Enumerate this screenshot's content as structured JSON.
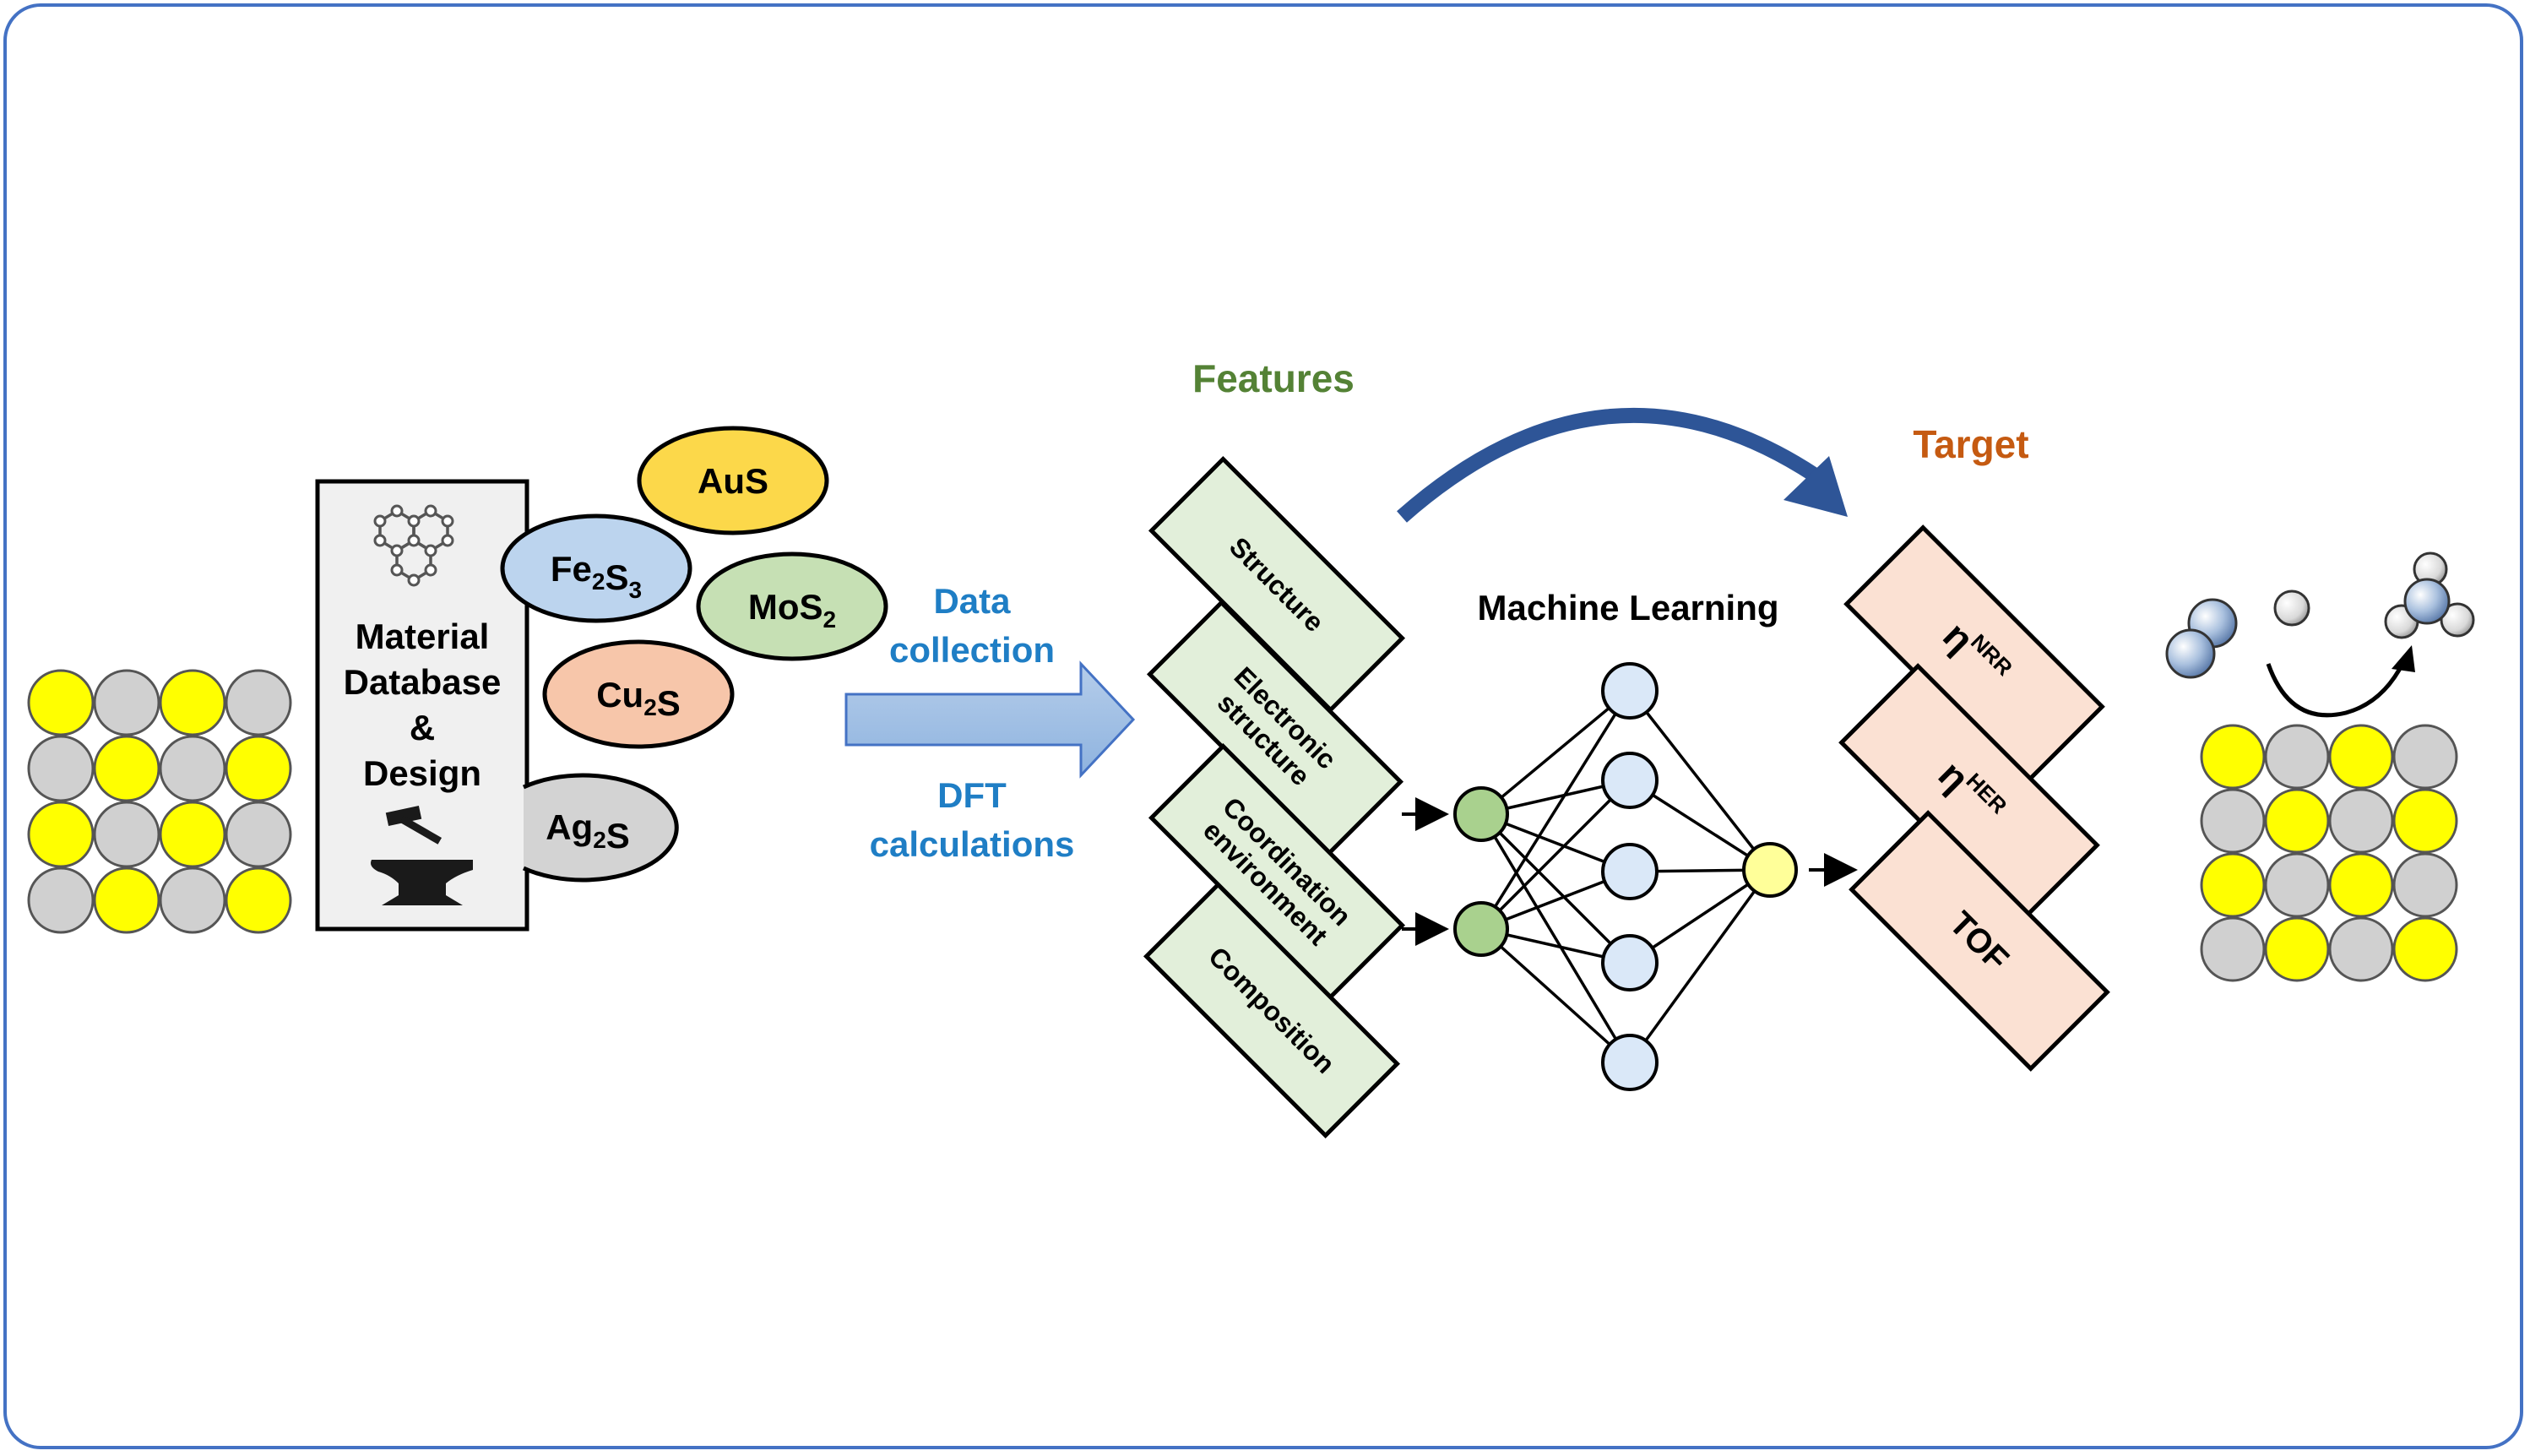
{
  "database": {
    "title_lines": [
      "Material",
      "Database",
      "&",
      "Design"
    ]
  },
  "materials": [
    {
      "base": "AuS",
      "parts": [
        [
          "AuS",
          ""
        ]
      ],
      "color": "#fcd84a"
    },
    {
      "base": "Fe2S3",
      "parts": [
        [
          "Fe",
          "2"
        ],
        [
          "S",
          "3"
        ]
      ],
      "color": "#bcd4ee"
    },
    {
      "base": "MoS2",
      "parts": [
        [
          "MoS",
          "2"
        ]
      ],
      "color": "#c6e0b4"
    },
    {
      "base": "Cu2S",
      "parts": [
        [
          "Cu",
          "2"
        ],
        [
          "S",
          ""
        ]
      ],
      "color": "#f7c6aa"
    },
    {
      "base": "Ag2S",
      "parts": [
        [
          "Ag",
          "2"
        ],
        [
          "S",
          ""
        ]
      ],
      "color": "#d3d3d3"
    }
  ],
  "process": {
    "top_lines": [
      "Data",
      "collection"
    ],
    "bottom_lines": [
      "DFT",
      "calculations"
    ],
    "color": "#1f7ec5"
  },
  "features": {
    "heading": "Features",
    "heading_color": "#548235",
    "items": [
      [
        "Structure"
      ],
      [
        "Electronic",
        "structure"
      ],
      [
        "Coordination",
        "environment"
      ],
      [
        "Composition"
      ]
    ],
    "fill": "#e2efda"
  },
  "ml": {
    "heading": "Machine Learning",
    "input_color": "#a9d18e",
    "hidden_color": "#dae8f8",
    "output_color": "#ffff99"
  },
  "target": {
    "heading": "Target",
    "heading_color": "#c55a11",
    "items": [
      {
        "main": "η",
        "sup": "NRR"
      },
      {
        "main": "η",
        "sup": "HER"
      },
      {
        "main": "TOF",
        "sup": ""
      }
    ],
    "fill": "#fbe1d3"
  },
  "colors": {
    "yellow_atom": "#ffff00",
    "gray_atom": "#d0d0d0",
    "arrow_blue": "#2e5597",
    "frame": "#4472c4"
  }
}
